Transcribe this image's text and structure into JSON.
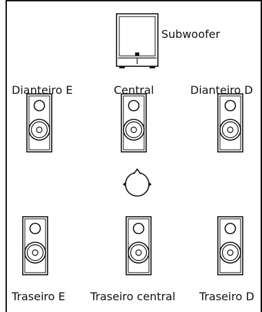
{
  "labels": {
    "subwoofer": "Subwoofer",
    "front_left": "Dianteiro E",
    "center": "Central",
    "front_right": "Dianteiro D",
    "rear_left": "Traseiro E",
    "rear_center": "Traseiro central",
    "rear_right": "Traseiro D"
  },
  "icons": {
    "subwoofer": "subwoofer-icon",
    "speaker": "speaker-icon",
    "listener": "listener-icon"
  },
  "colors": {
    "stroke": "#111111",
    "background": "#ffffff"
  }
}
